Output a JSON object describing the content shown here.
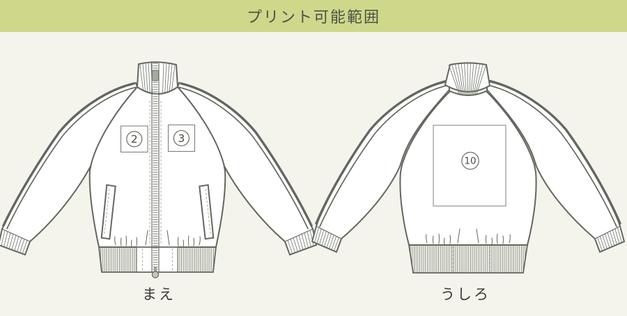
{
  "header": {
    "title": "プリント可能範囲"
  },
  "views": {
    "front": {
      "caption": "まえ",
      "print_areas": [
        {
          "number": "2",
          "position": "left-chest"
        },
        {
          "number": "3",
          "position": "right-chest"
        }
      ]
    },
    "back": {
      "caption": "うしろ",
      "print_areas": [
        {
          "number": "10",
          "position": "center-back"
        }
      ]
    }
  },
  "colors": {
    "header_background": "#cfd88a",
    "header_text": "#4c5146",
    "canvas_background": "#f4f3ec",
    "line": "#62675f"
  }
}
